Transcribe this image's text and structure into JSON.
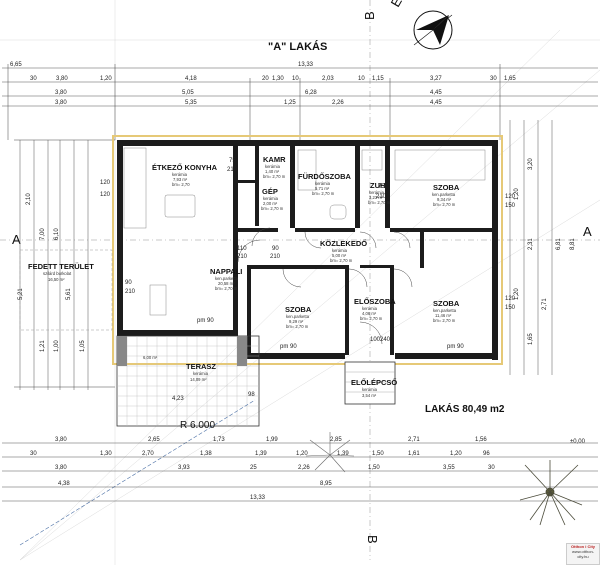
{
  "title": "\"A\" LAKÁS",
  "area_label": "LAKÁS 80,49 m2",
  "radius_label": "R 6.000",
  "level_label": "±0,00",
  "section_labels": {
    "a_left": "A",
    "a_right": "A",
    "b_top": "B",
    "b_bottom": "B",
    "top_e": "E"
  },
  "rooms": {
    "etkezo": {
      "name": "ÉTKEZŐ KONYHA",
      "floor": "kerámia",
      "area": "7,93 m²",
      "height": "bm= 2,70"
    },
    "kamr": {
      "name": "KAMR",
      "floor": "kerámia",
      "area": "1,40 m²",
      "height": "bm= 2,70 m"
    },
    "furdo": {
      "name": "FÜRDŐSZOBA",
      "floor": "kerámia",
      "area": "5,71 m²",
      "height": "bm= 2,70 m"
    },
    "zuh": {
      "name": "ZUH",
      "floor": "kerámia",
      "area": "3,23 m²",
      "height": "bm= 2,70 m"
    },
    "szoba1": {
      "name": "SZOBA",
      "floor": "ken.parketta",
      "area": "9,34 m²",
      "height": "bm= 2,70 m"
    },
    "gep": {
      "name": "GÉP",
      "floor": "kerámia",
      "area": "2,00 m²",
      "height": "bm= 2,70 m"
    },
    "kozlekedo": {
      "name": "KÖZLEKEDŐ",
      "floor": "kerámia",
      "area": "5,00 m²",
      "height": "bm= 2,70 m"
    },
    "nappali": {
      "name": "NAPPALI",
      "floor": "ken.parketta",
      "area": "20,58 m²",
      "height": "bm= 2,70 m"
    },
    "szoba2": {
      "name": "SZOBA",
      "floor": "ken.parketta",
      "area": "9,29 m²",
      "height": "bm= 2,70 m"
    },
    "eloszoba": {
      "name": "ELŐSZOBA",
      "floor": "kerámia",
      "area": "4,06 m²",
      "height": "bm= 2,70 m"
    },
    "szoba3": {
      "name": "SZOBA",
      "floor": "ken.parketta",
      "area": "11,46 m²",
      "height": "bm= 2,70 m"
    },
    "terasz": {
      "name": "TERASZ",
      "floor": "kerámia",
      "area": "14,09 m²"
    },
    "elolepcso": {
      "name": "ELŐLÉPCSŐ",
      "floor": "kerámia",
      "area": "3,54 m²"
    },
    "fedett": {
      "name": "FEDETT TERÜLET",
      "floor": "szilárd burkolat",
      "area": "16,50 m²"
    }
  },
  "top_dims": {
    "row1": [
      "6,65",
      "13,33"
    ],
    "row2": [
      "30",
      "3,80",
      "1,20",
      "4,18",
      "20",
      "1,30",
      "10",
      "2,03",
      "10",
      "1,15",
      "3,27",
      "30",
      "1,65"
    ],
    "row3": [
      "3,80",
      "5,05",
      "6,28",
      "4,45"
    ],
    "row4": [
      "3,80",
      "5,35",
      "1,25",
      "2,26",
      "4,45"
    ]
  },
  "bottom_dims": {
    "row1": [
      "3,80",
      "2,65",
      "1,73",
      "1,99",
      "2,85",
      "2,71",
      "1,56"
    ],
    "row2": [
      "30",
      "1,30",
      "2,70",
      "1,38",
      "1,39",
      "1,20",
      "1,39",
      "1,50",
      "1,61",
      "1,20",
      "96"
    ],
    "row3": [
      "3,80",
      "3,93",
      "25",
      "2,26",
      "1,50",
      "3,55",
      "30"
    ],
    "row4": [
      "4,38",
      "8,95"
    ],
    "row5": [
      "13,33"
    ]
  },
  "left_dims": [
    "2,10",
    "7,00",
    "6,10",
    "5,61",
    "5,21",
    "1,21",
    "1,00",
    "1,05"
  ],
  "right_dims": [
    "3,20",
    "6,81",
    "1,20",
    "1,20",
    "2,31",
    "1,65",
    "8,81",
    "2,71"
  ],
  "openings": [
    "75",
    "210",
    "120",
    "120",
    "110",
    "210",
    "90",
    "210",
    "75",
    "210",
    "120",
    "150",
    "120",
    "150",
    "100",
    "240",
    "pm 90",
    "pm 90",
    "pm 90",
    "90",
    "210"
  ],
  "misc": {
    "terrace_w": "4,23",
    "stair_w": "98",
    "small1": "6,00 m²",
    "logo_text": "Otthon i City",
    "logo_url": "www.otthon-city.hu"
  }
}
